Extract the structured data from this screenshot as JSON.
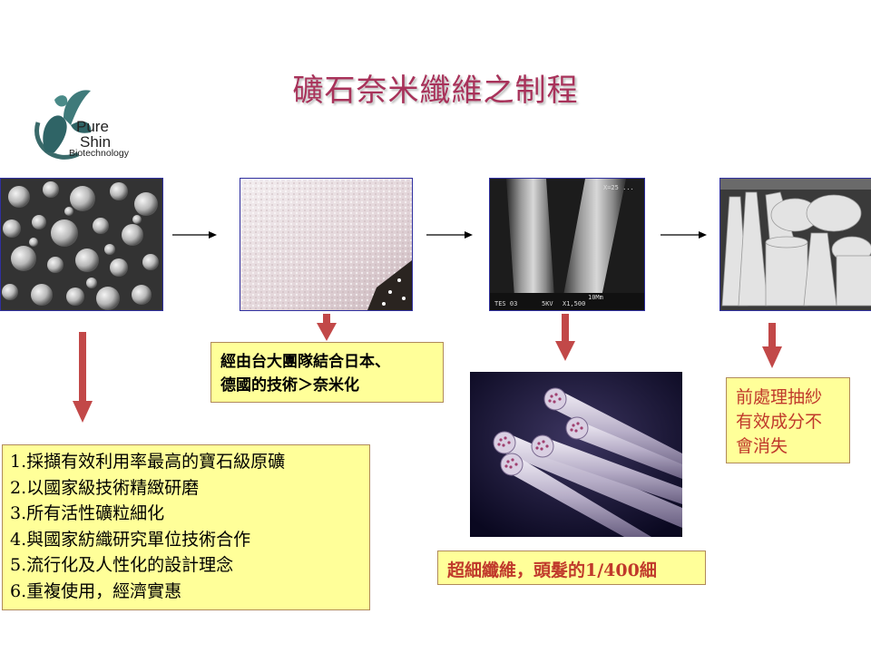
{
  "title": "礦石奈米纖維之制程",
  "logo": {
    "line1": "Pure",
    "line2": "Shin",
    "line3": "Biotechnology"
  },
  "sem_overlay": {
    "top_right": "X=25 ...",
    "bottom_left": "TES 03",
    "bottom_mid": "5KV",
    "bottom_mag": "X1,500",
    "scale": "10Mm"
  },
  "tech_box": {
    "line1": "經由台大團隊結合日本、",
    "line2": "德國的技術＞奈米化"
  },
  "features": [
    "1.採擷有效利用率最高的寶石級原礦",
    "2.以國家級技術精緻研磨",
    "3.所有活性礦粒細化",
    "4.與國家紡織研究單位技術合作",
    "5.流行化及人性化的設計理念",
    "6.重複使用，經濟實惠"
  ],
  "fiber_caption": "超細纖維，頭髮的1/400細",
  "pretreat": {
    "line1": "前處理抽紗",
    "line2": "有效成分不",
    "line3": "會消失"
  },
  "colors": {
    "title": "#a8325a",
    "arrow_down": "#c0392b",
    "box_fill": "#ffff99",
    "red_text": "#c0392b"
  }
}
